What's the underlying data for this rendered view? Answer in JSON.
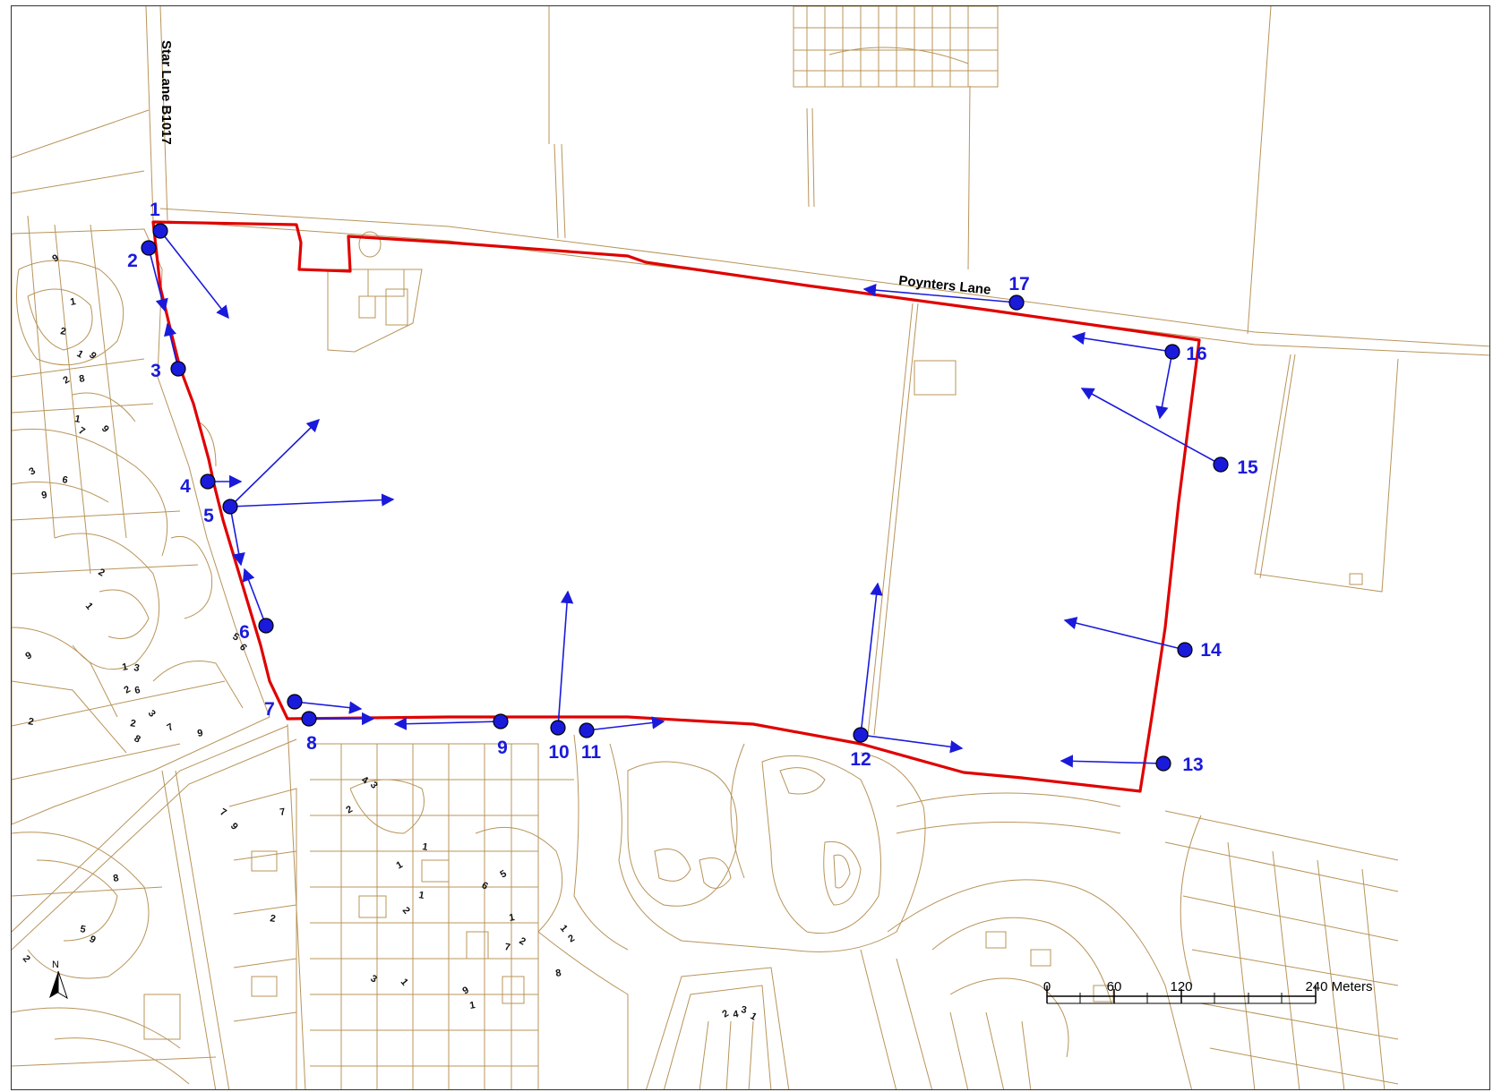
{
  "map": {
    "roads": {
      "star_lane": "Star Lane  B1017",
      "poynters_lane": "Poynters Lane"
    },
    "north_arrow": {
      "label": "N",
      "icon": "north-arrow-icon"
    },
    "scale_bar": {
      "ticks": [
        "0",
        "60",
        "120",
        "240 Meters"
      ]
    },
    "colors": {
      "site_boundary": "#e00000",
      "viewpoint": "#1a1adb",
      "basemap_lines": "#b8945a"
    },
    "viewpoints": [
      {
        "id": "1",
        "label": "1"
      },
      {
        "id": "2",
        "label": "2"
      },
      {
        "id": "3",
        "label": "3"
      },
      {
        "id": "4",
        "label": "4"
      },
      {
        "id": "5",
        "label": "5"
      },
      {
        "id": "6",
        "label": "6"
      },
      {
        "id": "7",
        "label": "7"
      },
      {
        "id": "8",
        "label": "8"
      },
      {
        "id": "9",
        "label": "9"
      },
      {
        "id": "10",
        "label": "10"
      },
      {
        "id": "11",
        "label": "11"
      },
      {
        "id": "12",
        "label": "12"
      },
      {
        "id": "13",
        "label": "13"
      },
      {
        "id": "14",
        "label": "14"
      },
      {
        "id": "15",
        "label": "15"
      },
      {
        "id": "16",
        "label": "16"
      },
      {
        "id": "17",
        "label": "17"
      }
    ],
    "house_numbers": [
      "9",
      "1",
      "2",
      "1",
      "9",
      "2",
      "8",
      "1",
      "7",
      "9",
      "3",
      "9",
      "6",
      "2",
      "1",
      "9",
      "1",
      "3",
      "5",
      "6",
      "2",
      "6",
      "2",
      "8",
      "3",
      "7",
      "9",
      "2",
      "4",
      "3",
      "2",
      "7",
      "1",
      "7",
      "9",
      "1",
      "8",
      "1",
      "6",
      "2",
      "5",
      "1",
      "7",
      "2",
      "1",
      "2",
      "8",
      "2",
      "3",
      "1",
      "9",
      "1",
      "5",
      "9",
      "2",
      "2",
      "4",
      "3",
      "1"
    ]
  }
}
